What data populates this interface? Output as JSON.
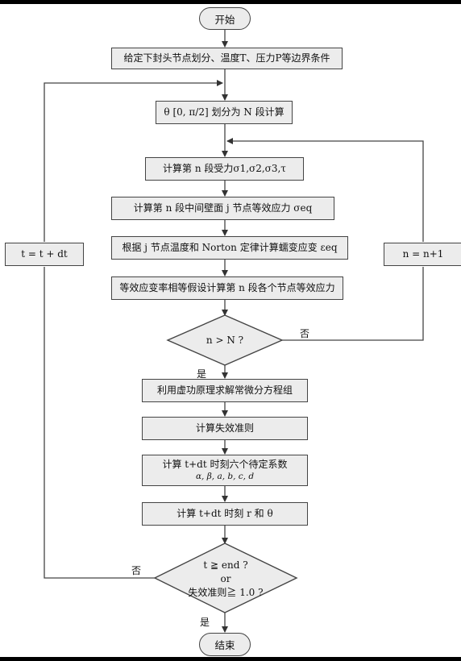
{
  "terminals": {
    "start": "开始",
    "end": "结束"
  },
  "steps": {
    "init": "给定下封头节点划分、温度T、压力P等边界条件",
    "split": "θ [0, π/2] 划分为 N 段计算",
    "force": "计算第 n 段受力σ1,σ2,σ3,τ",
    "eq_stress": "计算第 n 段中间壁面 j 节点等效应力 σeq",
    "creep": "根据 j 节点温度和 Norton 定律计算蠕变应变 εeq",
    "equal_strain": "等效应变率相等假设计算第 n 段各个节点等效应力",
    "virtual_work": "利用虚功原理求解常微分方程组",
    "failure": "计算失效准则",
    "coeff_title": "计算 t+dt 时刻六个待定系数",
    "coeff_list": "α, β, a, b, c, d",
    "r_theta": "计算 t+dt 时刻 r 和 θ"
  },
  "decisions": {
    "n_check": "n > N ?",
    "end_line1": "t ≧ end ?",
    "end_line2": "or",
    "end_line3": "失效准则≧ 1.0 ?"
  },
  "loops": {
    "time_step": "t = t + dt",
    "n_step": "n = n+1"
  },
  "edge_labels": {
    "n_no": "否",
    "n_yes": "是",
    "end_no": "否",
    "end_yes": "是"
  }
}
